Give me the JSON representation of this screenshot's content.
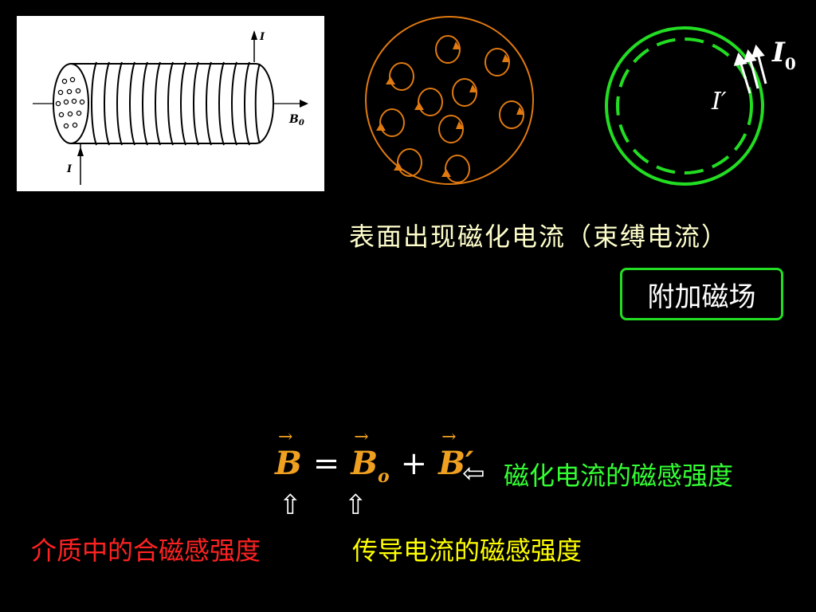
{
  "figure": {
    "current_top_label": "I",
    "current_bottom_label": "I",
    "field_label": "B",
    "field_subscript": "0"
  },
  "ring": {
    "outer_current_label": "I",
    "outer_current_subscript": "0",
    "inner_current_label": "I′"
  },
  "captions": {
    "surface_current": "表面出现磁化电流（束缚电流）",
    "additional_field": "附加磁场"
  },
  "equation": {
    "lhs": "B",
    "equals": "=",
    "term1": "B",
    "term1_subscript": "o",
    "plus": "+",
    "term2": "B′"
  },
  "annotations": {
    "left_arrow": "⇦",
    "magnetization_field": "磁化电流的磁感强度",
    "up_arrow_1": "⇧",
    "up_arrow_2": "⇧",
    "total_field": "介质中的合磁感强度",
    "conduction_field": "传导电流的磁感强度"
  },
  "colors": {
    "background": "#000000",
    "equation": "#f0a020",
    "green": "#33ff33",
    "red": "#ff2222",
    "yellow": "#ffff00",
    "orange_loops": "#e07a10",
    "ring_green": "#22dd22"
  }
}
